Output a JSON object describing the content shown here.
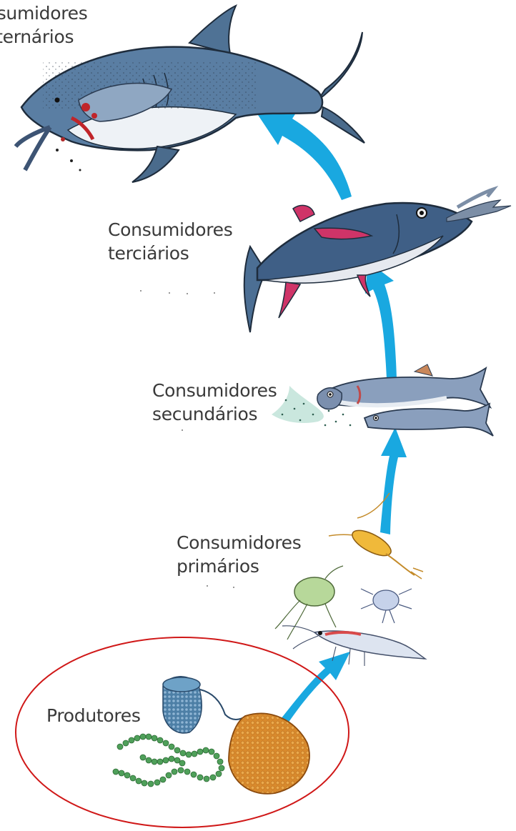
{
  "levels": {
    "quaternary": {
      "line1": "Consumidores",
      "line2": "quaternários"
    },
    "tertiary": {
      "line1": "Consumidores",
      "line2": "terciários"
    },
    "secondary": {
      "line1": "Consumidores",
      "line2": "secundários"
    },
    "primary": {
      "line1": "Consumidores",
      "line2": "primários"
    },
    "producers": {
      "line1": "Produtores"
    }
  },
  "colors": {
    "arrow": "#19a8e0",
    "highlight_ellipse": "#d01818",
    "label_text": "#3a3a3a"
  },
  "icons": [
    "shark-icon",
    "tuna-icon",
    "small-fish-icon",
    "copepod-icon",
    "amphipod-icon",
    "larva-icon",
    "krill-icon",
    "diatom-icon",
    "dinoflagellate-icon",
    "algae-chain-icon"
  ]
}
